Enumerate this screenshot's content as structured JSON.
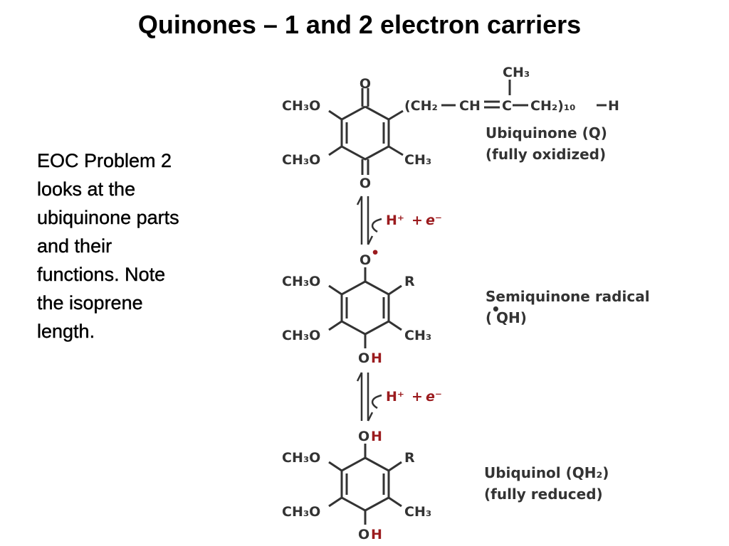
{
  "title": "Quinones – 1 and 2 electron carriers",
  "note_lines": [
    "EOC Problem 2",
    "looks at the",
    "ubiquinone parts",
    "and their",
    "functions.  Note",
    "the isoprene",
    "length."
  ],
  "ubiquinone": {
    "top_o": "O",
    "bottom_o": "O",
    "methoxy_top": "CH₃O",
    "methoxy_bottom": "CH₃O",
    "methyl": "CH₃",
    "chain_methyl": "CH₃",
    "chain_part1": "(CH₂",
    "chain_part2": "CH",
    "chain_part3": "C",
    "chain_part4": "CH₂)₁₀",
    "chain_end": "H",
    "name": "Ubiquinone (Q)",
    "state": "(fully oxidized)"
  },
  "step1": {
    "hplus": "H⁺",
    "plus": "+",
    "electron": "e⁻"
  },
  "semiquinone": {
    "top_o": "O",
    "radical_dot": "•",
    "bottom_o": "O",
    "bottom_h": "H",
    "methoxy_top": "CH₃O",
    "methoxy_bottom": "CH₃O",
    "r_group": "R",
    "methyl": "CH₃",
    "name": "Semiquinone  radical",
    "formula_open": "(",
    "formula_dot": "•",
    "formula_rest": "QH)"
  },
  "step2": {
    "hplus": "H⁺",
    "plus": "+",
    "electron": "e⁻"
  },
  "ubiquinol": {
    "top_o": "O",
    "top_h": "H",
    "bottom_o": "O",
    "bottom_h": "H",
    "methoxy_top": "CH₃O",
    "methoxy_bottom": "CH₃O",
    "r_group": "R",
    "methyl": "CH₃",
    "name": "Ubiquinol  (QH₂)",
    "state": "(fully  reduced)"
  },
  "colors": {
    "structure": "#333333",
    "accent_red": "#9b1b1e",
    "text": "#000000"
  }
}
